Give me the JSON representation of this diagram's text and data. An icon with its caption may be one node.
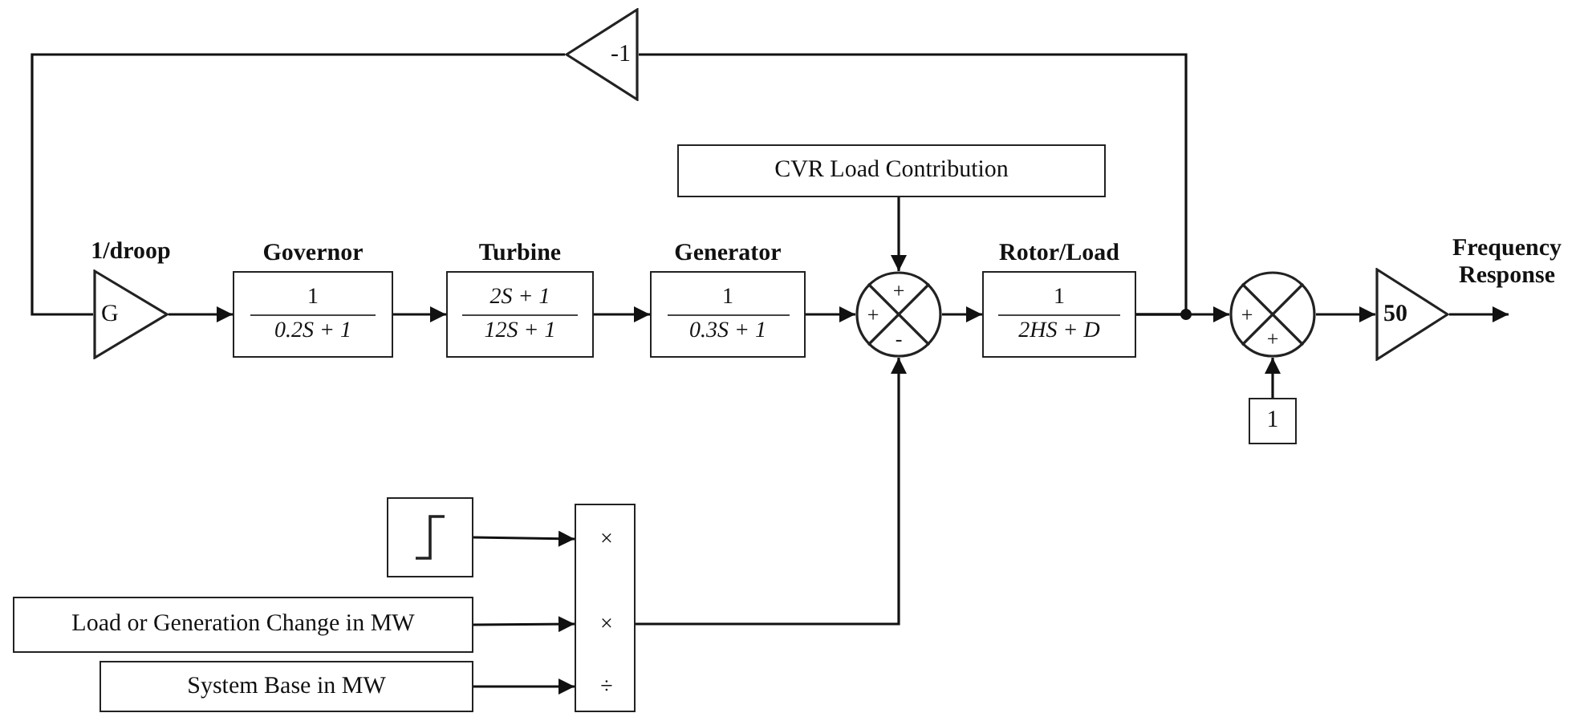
{
  "diagram": {
    "nodes": [
      {
        "text": [
          "1/droop",
          "G"
        ]
      },
      {
        "text": [
          "Governor",
          "1",
          "0.2S + 1"
        ]
      },
      {
        "text": [
          "Turbine",
          "2S + 1",
          "12S + 1"
        ]
      },
      {
        "text": [
          "Generator",
          "1",
          "0.3S + 1"
        ]
      },
      {
        "text": [
          "CVR Load Contribution"
        ]
      },
      {
        "text": [
          "+",
          "+",
          "-"
        ]
      },
      {
        "text": [
          "Rotor/Load",
          "1",
          "2HS + D"
        ]
      },
      {
        "text": [
          "+",
          "+"
        ]
      },
      {
        "text": [
          "50"
        ],
        "beside": [
          "Frequency Response"
        ]
      },
      {
        "text": [
          "1"
        ]
      },
      {
        "text": [
          "-1"
        ]
      },
      {
        "text": [],
        "shape": "box"
      },
      {
        "text": [
          "Load or Generation Change in MW"
        ]
      },
      {
        "text": [
          "System Base in MW"
        ]
      },
      {
        "text": [
          "×",
          "×",
          "÷"
        ]
      }
    ],
    "edges": [
      {
        "from": 0,
        "to": 1,
        "arrow": "to"
      },
      {
        "from": 1,
        "to": 2,
        "arrow": "to"
      },
      {
        "from": 2,
        "to": 3,
        "arrow": "to"
      },
      {
        "from": 3,
        "to": 5,
        "arrow": "to"
      },
      {
        "from": 4,
        "to": 5,
        "arrow": "to"
      },
      {
        "from": 5,
        "to": 6,
        "arrow": "to"
      },
      {
        "from": 6,
        "to": 7,
        "arrow": "to"
      },
      {
        "from": 6,
        "to": 10,
        "arrow": "none"
      },
      {
        "from": 10,
        "to": 0,
        "arrow": "none"
      },
      {
        "from": 9,
        "to": 7,
        "arrow": "to"
      },
      {
        "from": 7,
        "to": 8,
        "arrow": "to"
      },
      {
        "from": 8,
        "to": null,
        "arrow": "to"
      },
      {
        "from": 11,
        "to": 14,
        "arrow": "to"
      },
      {
        "from": 12,
        "to": 14,
        "arrow": "to"
      },
      {
        "from": 13,
        "to": 14,
        "arrow": "to"
      },
      {
        "from": 14,
        "to": 5,
        "arrow": "to"
      }
    ]
  }
}
